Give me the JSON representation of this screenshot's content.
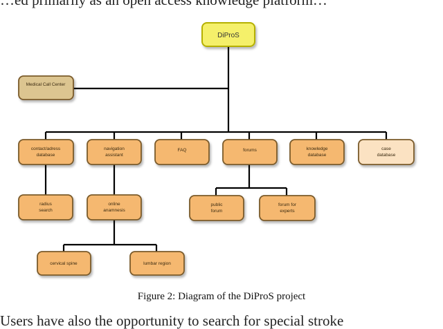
{
  "top_text_fragment": "…ed primarily as an open access knowledge platform…",
  "bottom_text_fragment": "Users have also the opportunity to search for special stroke",
  "caption": "Figure 2: Diagram of the DiProS project",
  "nodes": {
    "root": "DiProS",
    "call_center": "Medical Call Center",
    "contact": [
      "contact/adress",
      "database"
    ],
    "navigation": [
      "navigation",
      "assistant"
    ],
    "faq": "FAQ",
    "forums": "forums",
    "knowledge": [
      "knowledge",
      "database"
    ],
    "case": [
      "case",
      "database"
    ],
    "radius": [
      "radius",
      "search"
    ],
    "online": [
      "online",
      "anamnesis"
    ],
    "public_forum": [
      "public",
      "forum"
    ],
    "forum_experts": [
      "forum for",
      "experts"
    ],
    "cervical": "cervical spine",
    "lumbar": "lumbar region"
  },
  "colors": {
    "root_fill": "#f5f06a",
    "root_border": "#b5b000",
    "call_center_fill": "#dcc590",
    "orange_fill": "#f5b870",
    "case_fill": "#fbe2c2",
    "border": "#7a5a2a",
    "line": "#000000"
  }
}
